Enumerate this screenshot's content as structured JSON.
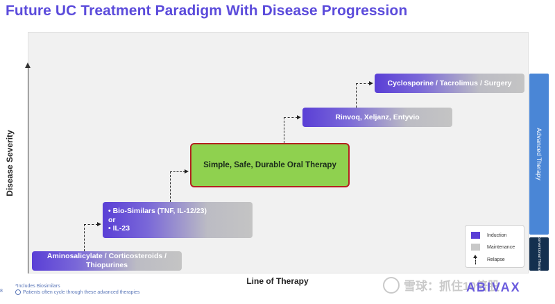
{
  "title": "Future UC Treatment Paradigm With Disease Progression",
  "axes": {
    "y_label": "Disease Severity",
    "x_label": "Line of Therapy"
  },
  "steps": {
    "step1": "Aminosalicylate / Corticosteroids / Thiopurines",
    "step2": {
      "bullet1": "Bio-Similars (TNF, IL-12/23)",
      "or": "or",
      "bullet2": "IL-23"
    },
    "step3": "Simple, Safe, Durable Oral Therapy",
    "step4": "Rinvoq, Xeljanz, Entyvio",
    "step5": "Cyclosporine / Tacrolimus / Surgery"
  },
  "side_bars": {
    "advanced": "Advanced Therapy",
    "conventional": "Conventional Therapy"
  },
  "legend": {
    "induction": "Induction",
    "maintenance": "Maintenance",
    "relapse": "Relapse"
  },
  "footnotes": {
    "note1": "*Includes Biosimilars",
    "note2": "Patients often cycle through these advanced therapies"
  },
  "page_number": "8",
  "watermark": "雪球：抓住10倍股",
  "brand": "ABIVAX",
  "colors": {
    "title": "#5b4bdb",
    "induction": "#5a3fd6",
    "maintenance": "#c8c8c8",
    "oral_therapy_fill": "#8fd14f",
    "oral_therapy_border": "#b42020",
    "advanced_bar": "#4a86d6",
    "conventional_bar": "#14304f"
  }
}
